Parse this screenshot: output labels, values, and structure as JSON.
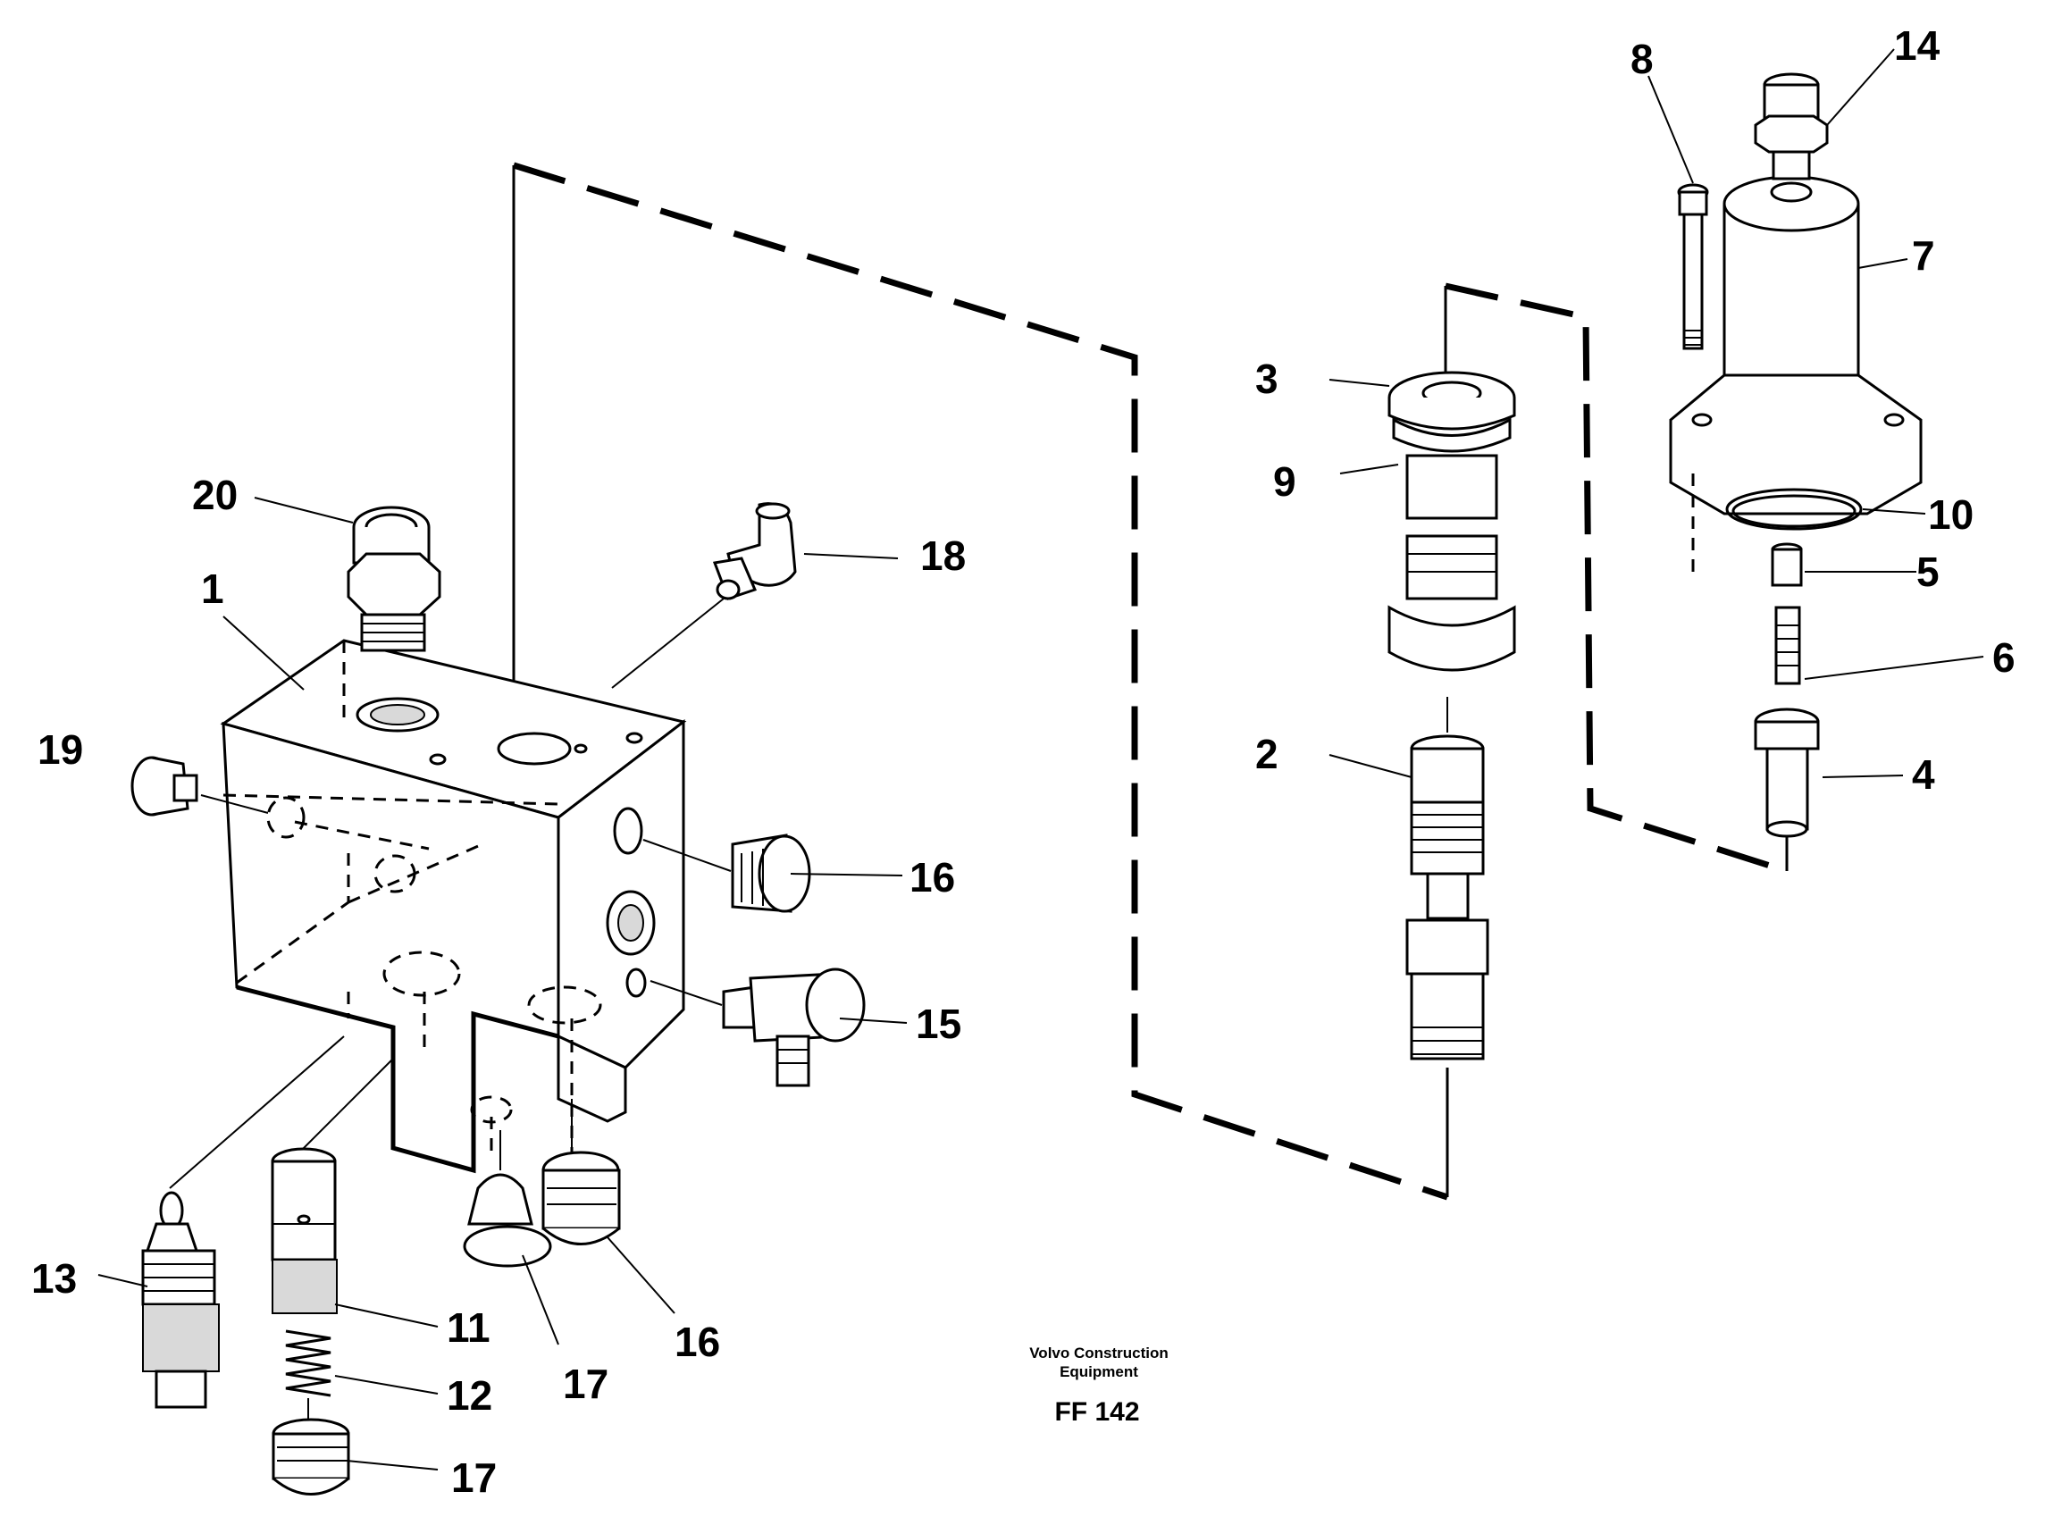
{
  "callouts": {
    "c1": "1",
    "c2": "2",
    "c3": "3",
    "c4": "4",
    "c5": "5",
    "c6": "6",
    "c7": "7",
    "c8": "8",
    "c9": "9",
    "c10": "10",
    "c11": "11",
    "c12": "12",
    "c13": "13",
    "c14": "14",
    "c15": "15",
    "c16a": "16",
    "c16b": "16",
    "c17a": "17",
    "c17b": "17",
    "c18": "18",
    "c19": "19",
    "c20": "20"
  },
  "footer": {
    "brand_line1": "Volvo Construction",
    "brand_line2": "Equipment",
    "figure_code": "FF 142"
  }
}
